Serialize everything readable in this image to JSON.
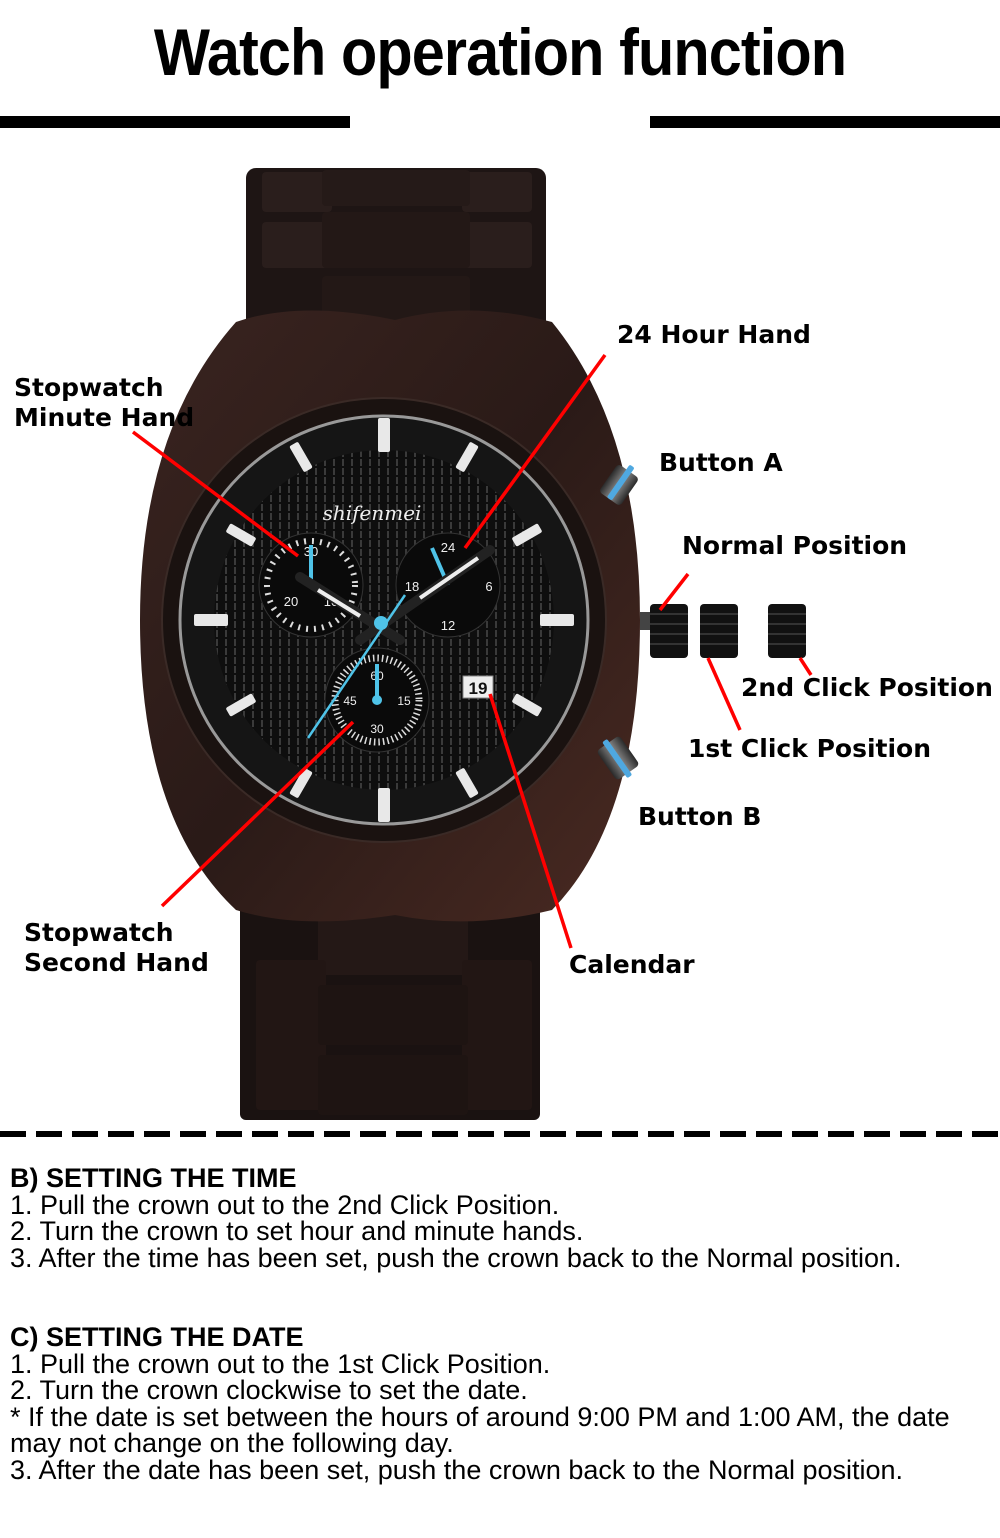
{
  "header": {
    "title": "Watch operation function"
  },
  "diagram": {
    "brand_on_dial": "shifenmei",
    "date_window": "19",
    "subdial_left_numbers": [
      "30",
      "20",
      "10"
    ],
    "subdial_right_numbers": [
      "24",
      "6",
      "12",
      "18"
    ],
    "subdial_bottom_numbers": [
      "60",
      "15",
      "30",
      "45"
    ],
    "callout_color": "#ff0000",
    "hand_accent_color": "#4fc3e8",
    "labels": {
      "hour24": "24 Hour Hand",
      "sw_minute_line1": "Stopwatch",
      "sw_minute_line2": "Minute Hand",
      "button_a": "Button A",
      "normal_position": "Normal Position",
      "second_click": "2nd Click Position",
      "first_click": "1st Click Position",
      "button_b": "Button B",
      "sw_second_line1": "Stopwatch",
      "sw_second_line2": "Second Hand",
      "calendar": "Calendar"
    }
  },
  "sections": [
    {
      "heading": "B) SETTING THE TIME",
      "lines": [
        "1. Pull the crown out to the 2nd Click Position.",
        "2. Turn the crown to set hour and minute hands.",
        "3. After the time has been set, push the crown back to the Normal position."
      ]
    },
    {
      "heading": "C) SETTING THE DATE",
      "lines": [
        "1. Pull the crown out to the 1st Click Position.",
        "2. Turn the crown clockwise to set the date.",
        "* If the date is set between the hours of around 9:00 PM and 1:00 AM, the date may not change on the following day.",
        "3. After the date has been set, push the crown back to the Normal position."
      ]
    }
  ]
}
